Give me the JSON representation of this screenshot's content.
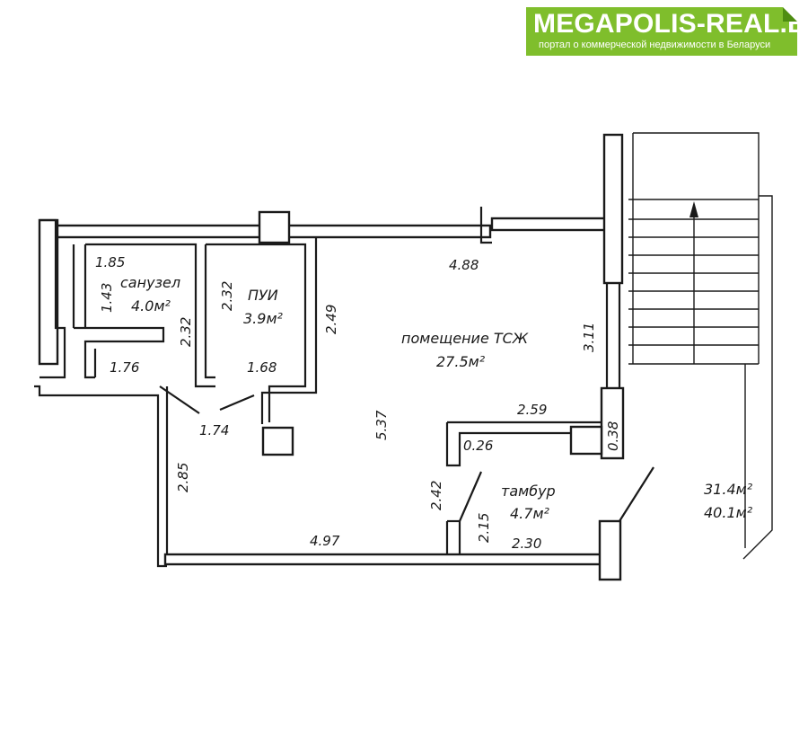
{
  "brand": {
    "title": "MEGAPOLIS-REAL.BY",
    "subtitle": "портал о коммерческой недвижимости в Беларуси",
    "color": "#7fbe2c"
  },
  "rooms": {
    "bathroom": {
      "name": "санузел",
      "area": "4.0м²"
    },
    "storage": {
      "name": "ПУИ",
      "area": "3.9м²"
    },
    "main": {
      "name": "помещение ТСЖ",
      "area": "27.5м²"
    },
    "vestibule": {
      "name": "тамбур",
      "area": "4.7м²"
    }
  },
  "totals": {
    "living": "31.4м²",
    "total": "40.1м²"
  },
  "dims": {
    "d1_85": "1.85",
    "d1_43": "1.43",
    "d2_32a": "2.32",
    "d2_32b": "2.32",
    "d2_49": "2.49",
    "d4_88": "4.88",
    "d3_11": "3.11",
    "d1_76": "1.76",
    "d1_68": "1.68",
    "d1_74": "1.74",
    "d5_37": "5.37",
    "d2_59": "2.59",
    "d0_26": "0.26",
    "d0_38": "0.38",
    "d2_85": "2.85",
    "d2_42": "2.42",
    "d2_15": "2.15",
    "d4_97": "4.97",
    "d2_30": "2.30"
  }
}
